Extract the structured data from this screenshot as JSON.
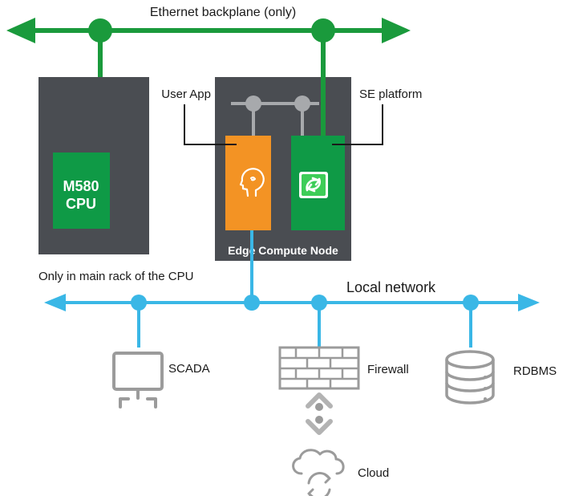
{
  "labels": {
    "ethernet_backplane": "Ethernet backplane (only)",
    "user_app": "User App",
    "se_platform": "SE platform",
    "cpu_line1": "M580",
    "cpu_line2": "CPU",
    "edge_node": "Edge Compute Node",
    "rack_note": "Only in main rack of the CPU",
    "local_network": "Local network",
    "scada": "SCADA",
    "firewall": "Firewall",
    "rdbms": "RDBMS",
    "cloud": "Cloud"
  },
  "colors": {
    "backplane_green": "#1a9a3c",
    "network_blue": "#3ab7e6",
    "module_dark": "#4a4d52",
    "cpu_green": "#0f9a46",
    "user_app_orange": "#f39324",
    "internal_bus_grey": "#a7a9ac",
    "device_grey": "#9b9b9b"
  },
  "icons": {
    "user_app": "head-silhouette-icon",
    "se_platform": "schneider-logo-icon",
    "scada": "monitor-icon",
    "firewall": "brick-wall-icon",
    "rdbms": "database-icon",
    "cloud": "cloud-sync-icon",
    "firewall_link": "bidirectional-arrow-icon"
  }
}
